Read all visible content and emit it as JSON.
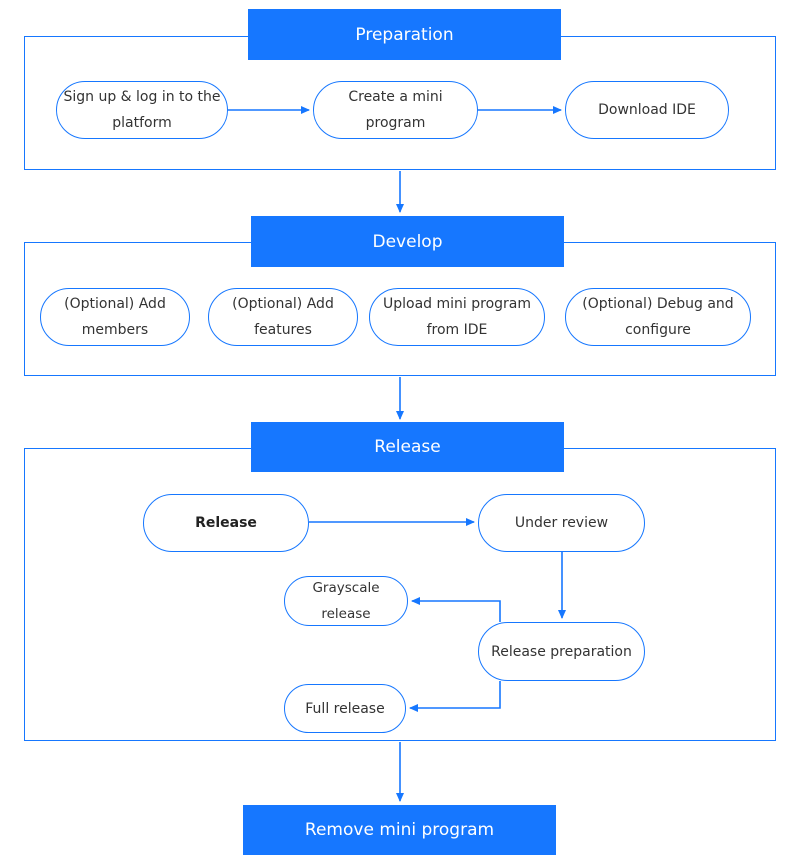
{
  "accent_color": "#1677ff",
  "sections": {
    "preparation": {
      "title": "Preparation",
      "steps": [
        "Sign up & log in to the platform",
        "Create a mini program",
        "Download IDE"
      ]
    },
    "develop": {
      "title": "Develop",
      "steps": [
        "(Optional) Add members",
        "(Optional) Add features",
        "Upload mini program from IDE",
        "(Optional) Debug and configure"
      ]
    },
    "release": {
      "title": "Release",
      "steps": [
        "Release",
        "Under review",
        "Grayscale release",
        "Release preparation",
        "Full release"
      ]
    },
    "remove": {
      "title": "Remove mini program"
    }
  }
}
